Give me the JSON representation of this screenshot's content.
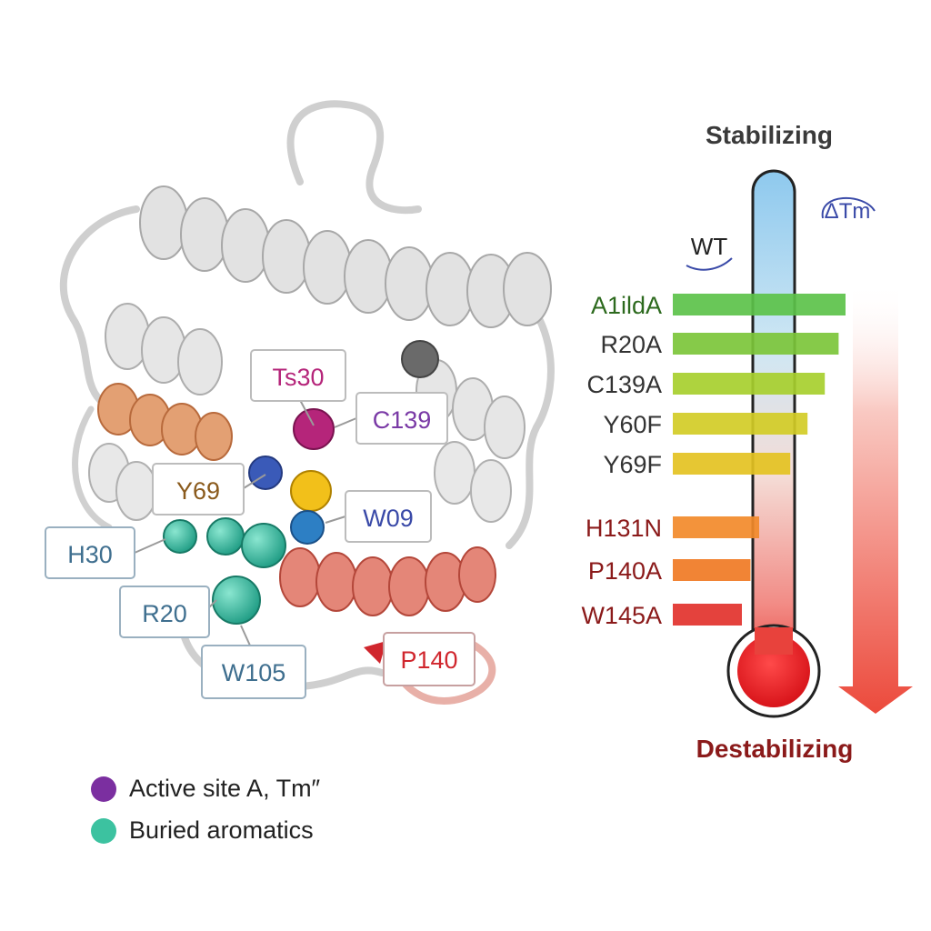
{
  "protein": {
    "residue_labels": [
      {
        "id": "ts30",
        "text": "Ts30",
        "color": "#b5257a"
      },
      {
        "id": "c139",
        "text": "C139",
        "color": "#7a3aa6"
      },
      {
        "id": "y69",
        "text": "Y69",
        "color": "#8a5a1c"
      },
      {
        "id": "w09",
        "text": "W09",
        "color": "#3a4aa8"
      },
      {
        "id": "h30",
        "text": "H30",
        "color": "#3f6f8f"
      },
      {
        "id": "r20",
        "text": "R20",
        "color": "#3f6f8f"
      },
      {
        "id": "w105",
        "text": "W105",
        "color": "#3f6f8f"
      },
      {
        "id": "p140",
        "text": "P140",
        "color": "#d0262d"
      }
    ]
  },
  "thermometer": {
    "top_label": "Stabilizing",
    "bottom_label": "Destabilizing",
    "wt_label": "WT",
    "dtm_label": "ΔTm",
    "colors": {
      "stabilizing": "#3a3a3a",
      "destabilizing": "#8b1a1a",
      "wt": "#222222",
      "dtm": "#3a4aa8"
    }
  },
  "mutants": [
    {
      "name": "A1ildA",
      "value": 1.0,
      "color": "#5cc24a",
      "label_color": "#2d6a1e"
    },
    {
      "name": "R20A",
      "value": 0.96,
      "color": "#7cc63a",
      "label_color": "#333333"
    },
    {
      "name": "C139A",
      "value": 0.88,
      "color": "#a7cf2e",
      "label_color": "#333333"
    },
    {
      "name": "Y60F",
      "value": 0.78,
      "color": "#d2cc26",
      "label_color": "#333333"
    },
    {
      "name": "Y69F",
      "value": 0.68,
      "color": "#e4c222",
      "label_color": "#333333"
    },
    {
      "name": "H131N",
      "value": 0.5,
      "color": "#f28a2a",
      "label_color": "#8b1a1a"
    },
    {
      "name": "P140A",
      "value": 0.45,
      "color": "#f07a24",
      "label_color": "#8b1a1a"
    },
    {
      "name": "W145A",
      "value": 0.4,
      "color": "#e2322c",
      "label_color": "#8b1a1a"
    }
  ],
  "legend": [
    {
      "label": "Active site A, Tm″",
      "color": "#7b2fa0"
    },
    {
      "label": "Buried aromatics",
      "color": "#3cc2a0"
    }
  ]
}
